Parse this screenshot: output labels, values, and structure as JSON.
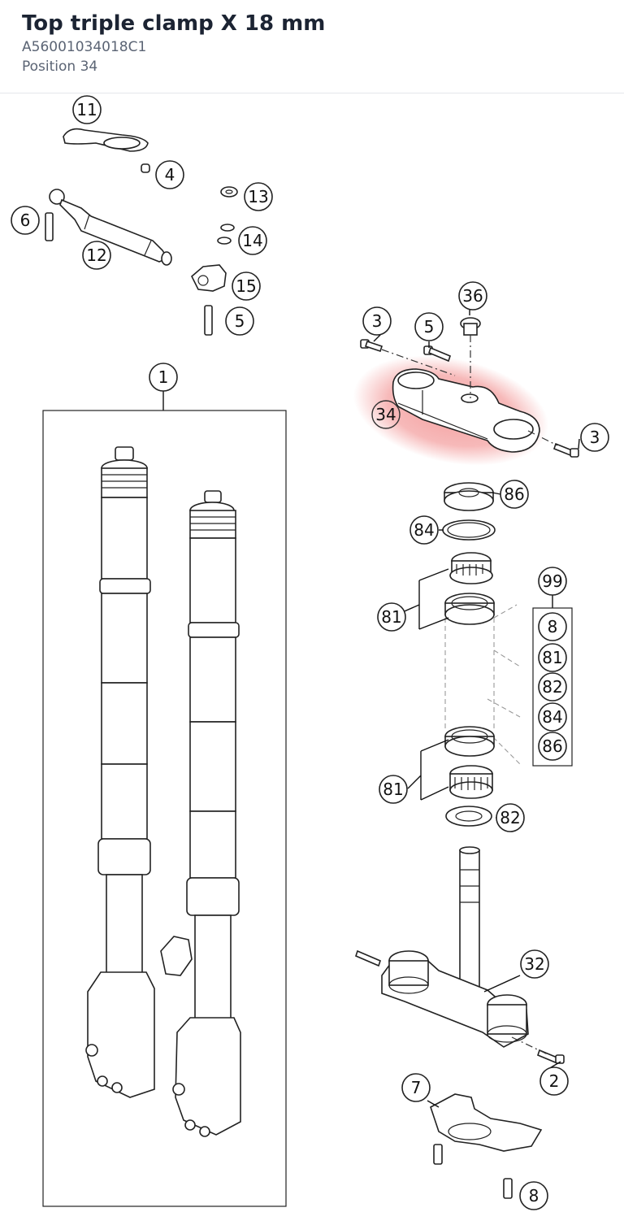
{
  "header": {
    "title": "Top triple clamp X 18 mm",
    "part_number": "A56001034018C1",
    "position": "Position 34"
  },
  "diagram": {
    "highlight_color": "#f08080",
    "callouts": {
      "c11": "11",
      "c4": "4",
      "c13": "13",
      "c6": "6",
      "c14": "14",
      "c12": "12",
      "c15": "15",
      "c5a": "5",
      "c36": "36",
      "c3a": "3",
      "c5b": "5",
      "c1": "1",
      "c34": "34",
      "c3b": "3",
      "c86": "86",
      "c84": "84",
      "c99": "99",
      "c81a": "81",
      "c8a": "8",
      "c81b": "81",
      "c82a": "82",
      "c84b": "84",
      "c86b": "86",
      "c81c": "81",
      "c82b": "82",
      "c32": "32",
      "c2": "2",
      "c7": "7",
      "c8b": "8"
    }
  }
}
